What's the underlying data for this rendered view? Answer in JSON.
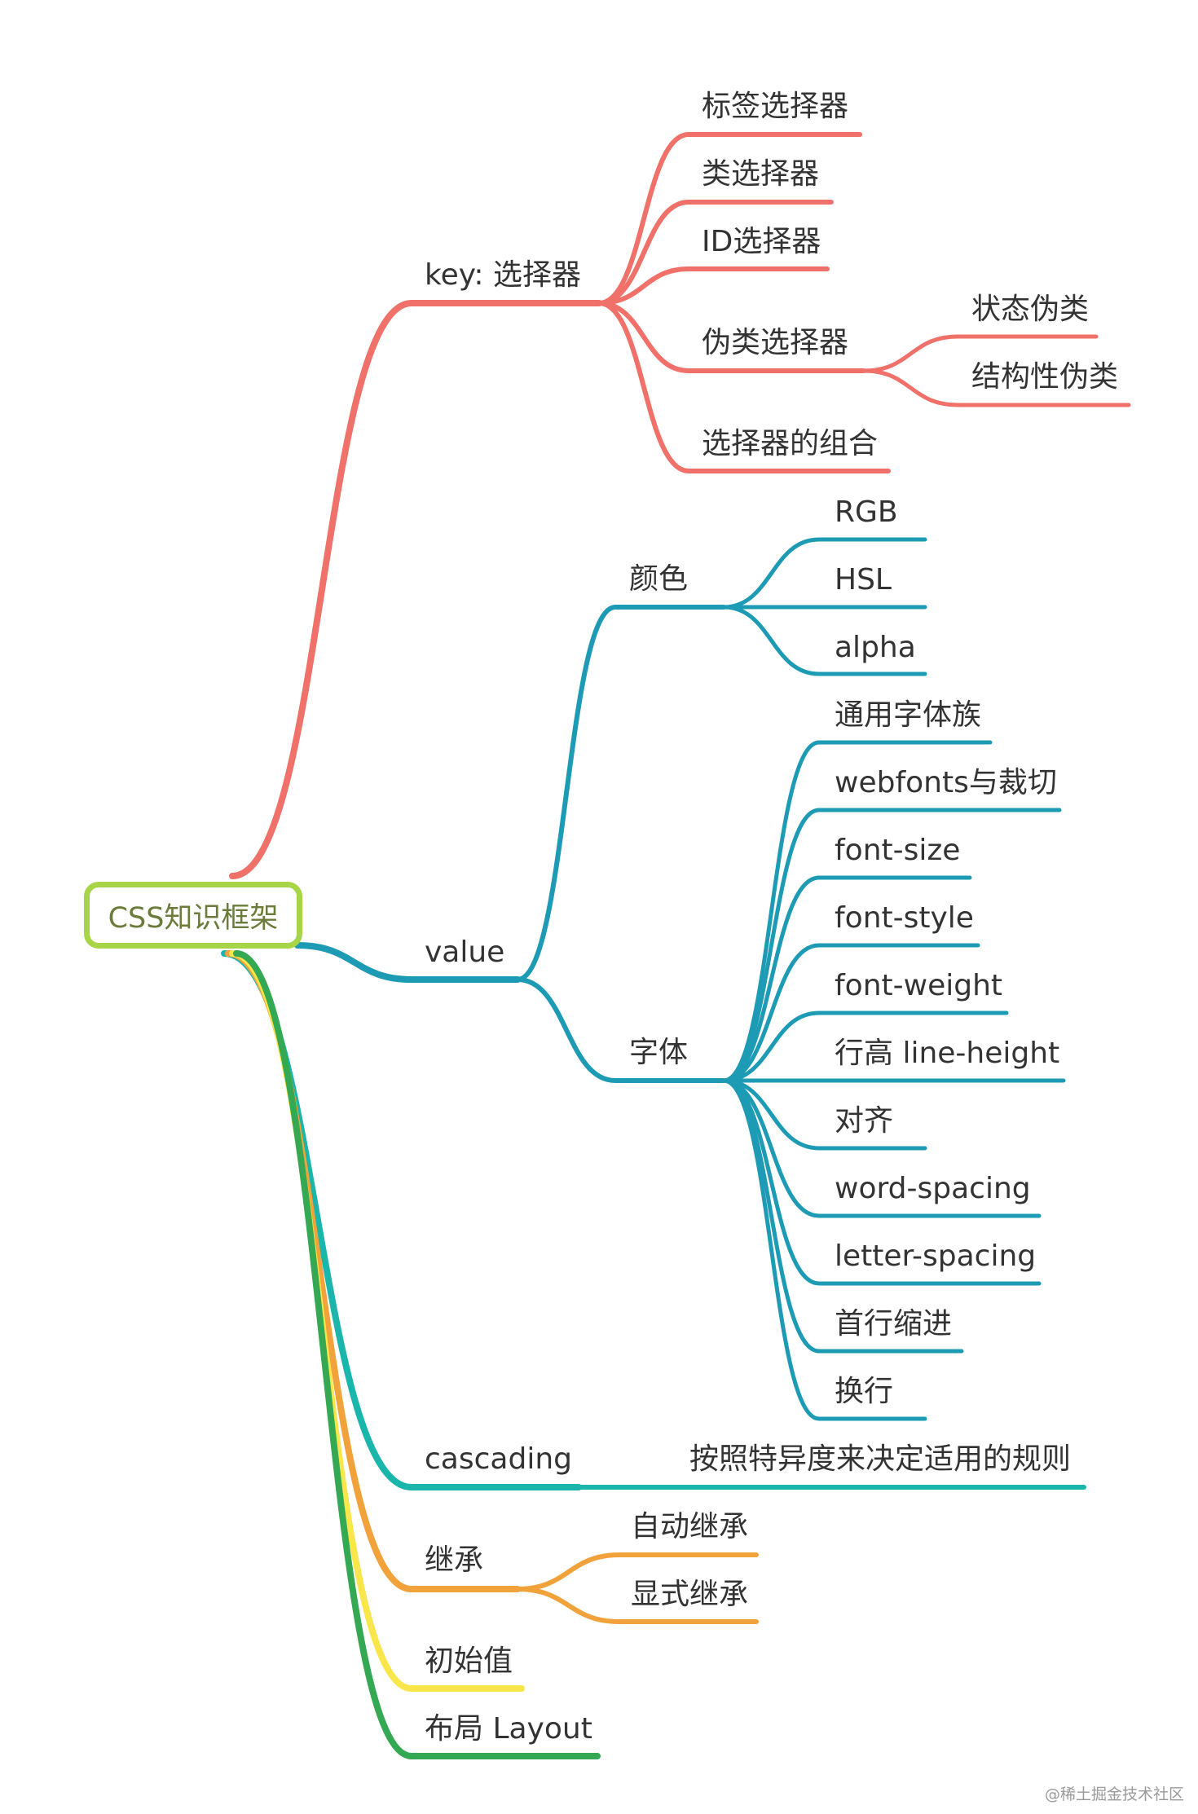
{
  "root": {
    "label": "CSS知识框架",
    "border_color": "#a8d548",
    "text_color": "#6b7b3a"
  },
  "colors": {
    "selector": "#f0706a",
    "value": "#1e9bb4",
    "cascading": "#1ab5ab",
    "inherit": "#f2a23a",
    "initial": "#f9e64a",
    "layout": "#34a853"
  },
  "branches": {
    "selector": {
      "label": "key: 选择器",
      "children": [
        "标签选择器",
        "类选择器",
        "ID选择器",
        "伪类选择器",
        "选择器的组合"
      ],
      "pseudo_children": [
        "状态伪类",
        "结构性伪类"
      ]
    },
    "value": {
      "label": "value",
      "color_node": {
        "label": "颜色",
        "children": [
          "RGB",
          "HSL",
          "alpha"
        ]
      },
      "font_node": {
        "label": "字体",
        "children": [
          "通用字体族",
          "webfonts与裁切",
          "font-size",
          "font-style",
          "font-weight",
          "行高 line-height",
          "对齐",
          "word-spacing",
          "letter-spacing",
          "首行缩进",
          "换行"
        ]
      }
    },
    "cascading": {
      "label": "cascading",
      "child": "按照特异度来决定适用的规则"
    },
    "inherit": {
      "label": "继承",
      "children": [
        "自动继承",
        "显式继承"
      ]
    },
    "initial": {
      "label": "初始值"
    },
    "layout": {
      "label": "布局 Layout"
    }
  },
  "watermark": "@稀土掘金技术社区"
}
